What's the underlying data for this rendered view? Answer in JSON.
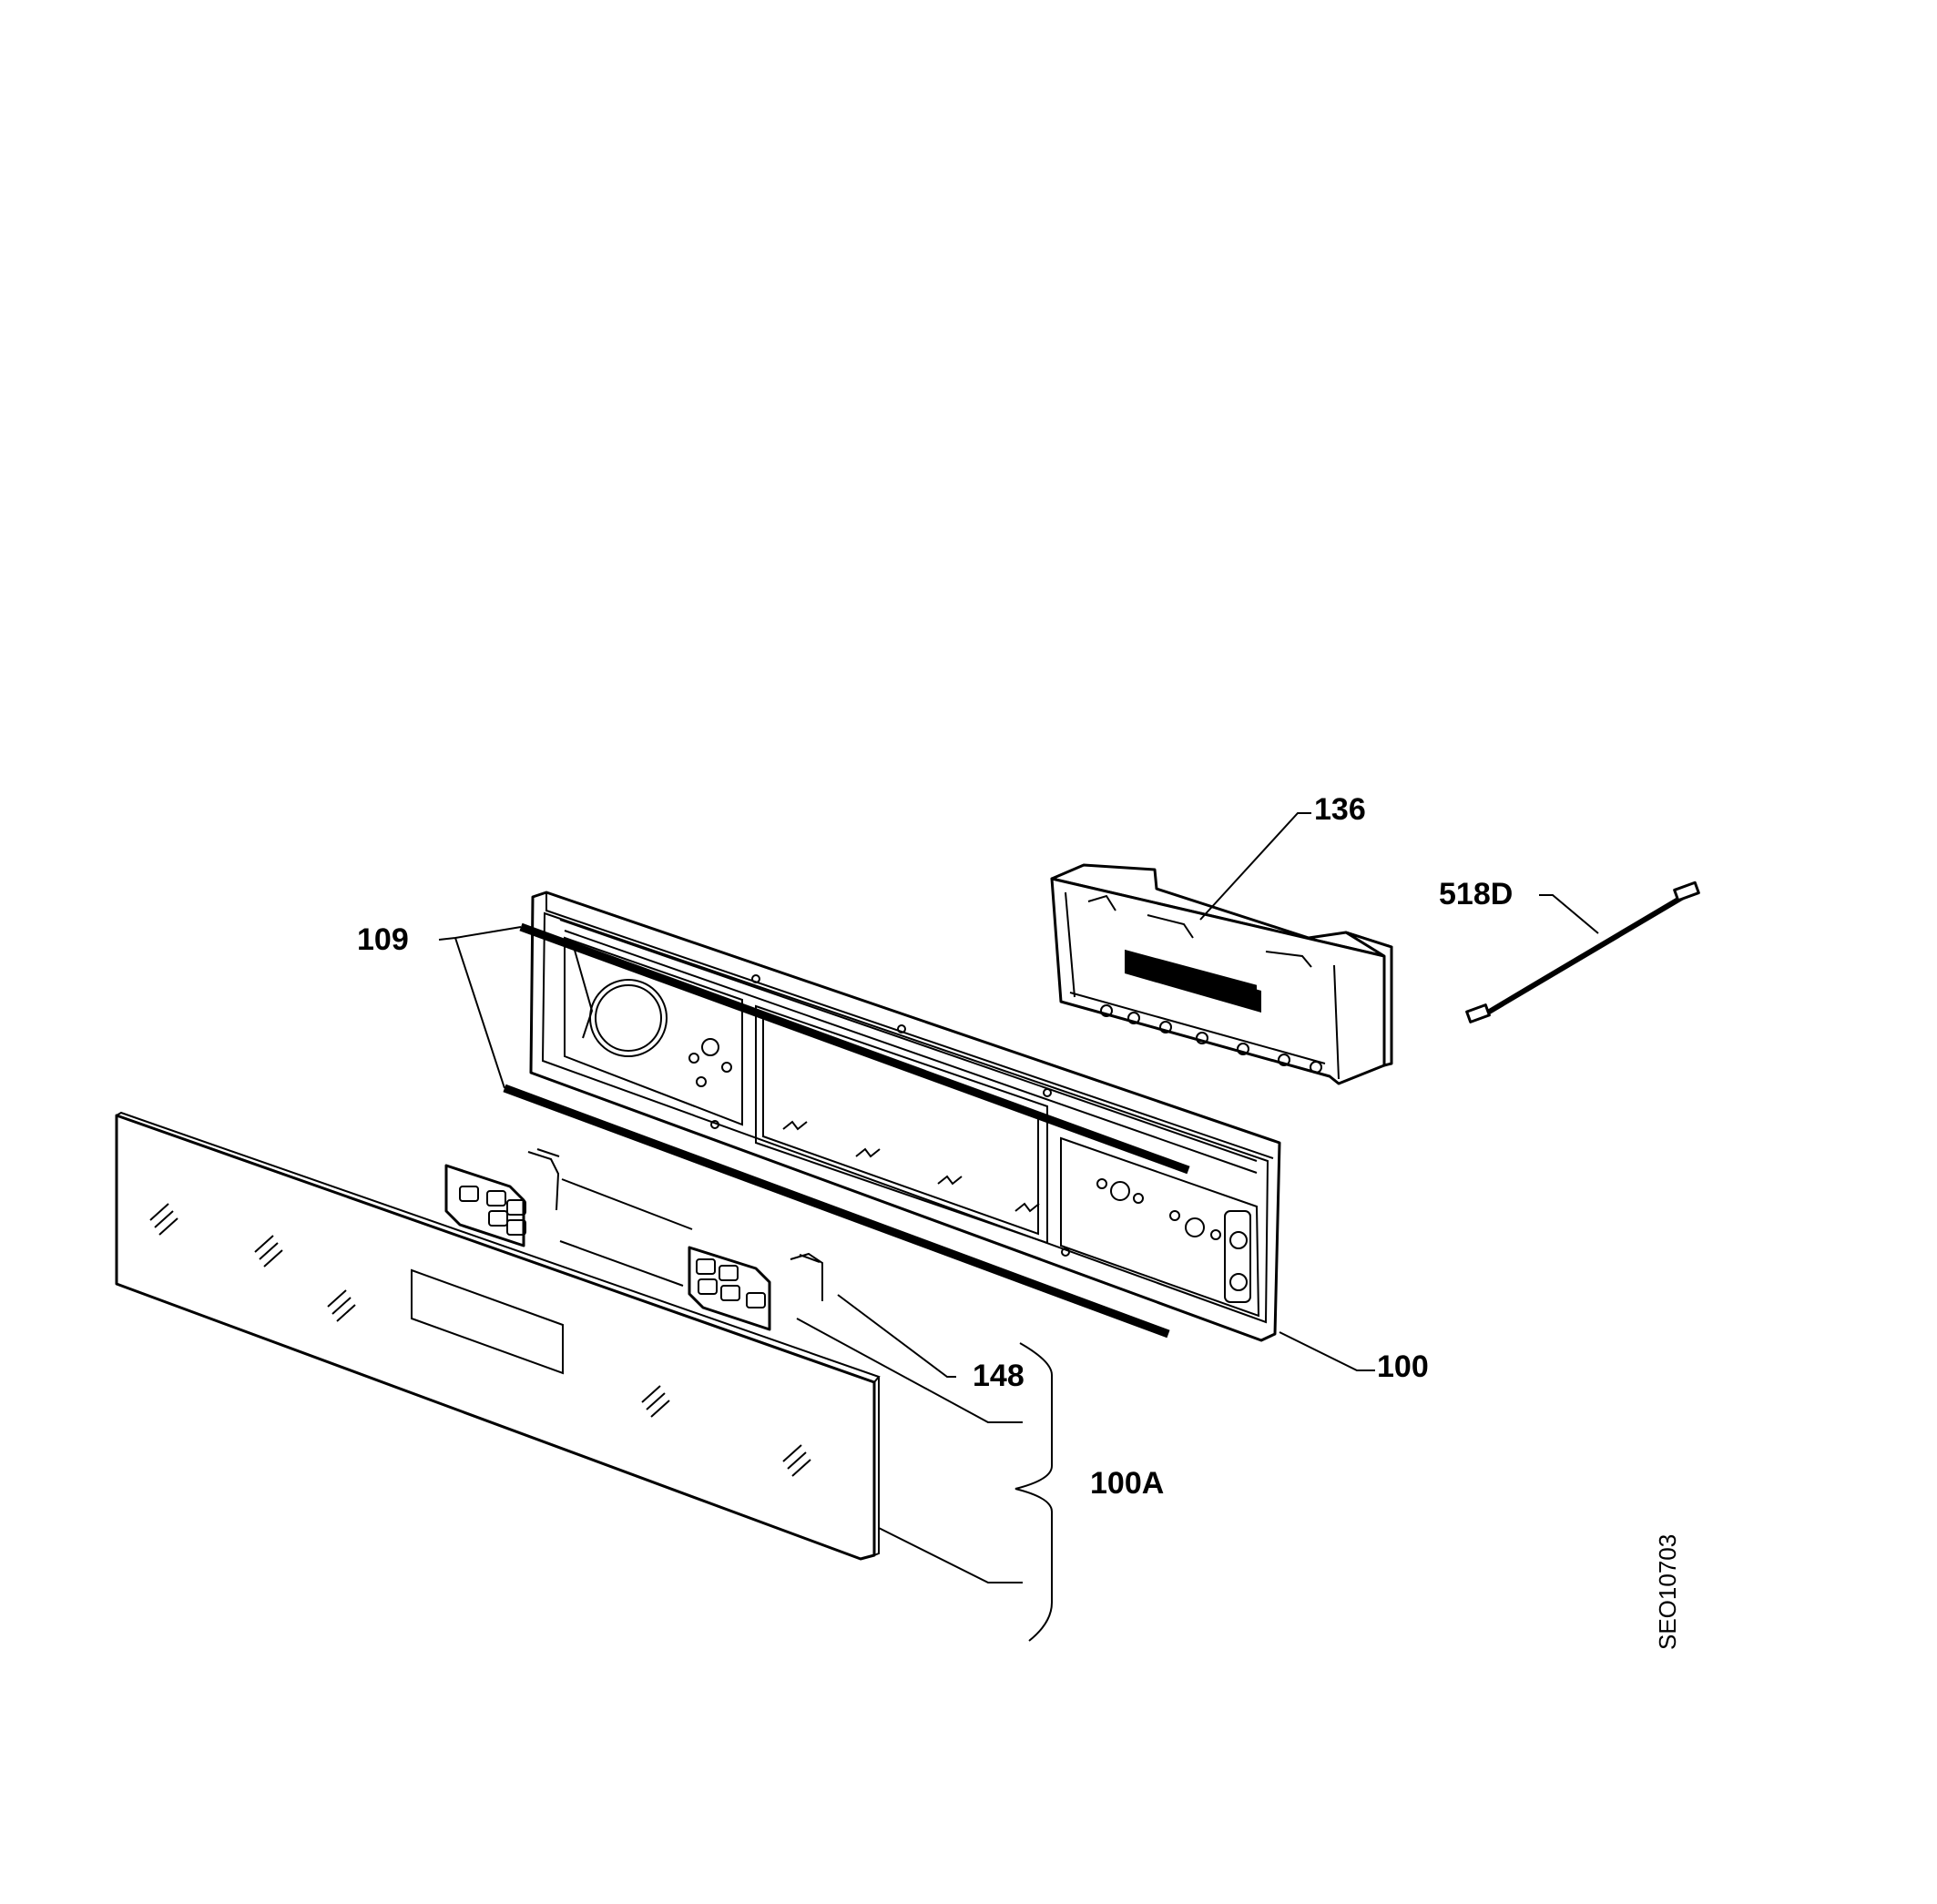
{
  "diagram": {
    "callouts": {
      "c109": "109",
      "c136": "136",
      "c518d": "518D",
      "c148": "148",
      "c100": "100",
      "c100a": "100A"
    },
    "drawing_code": "SEO10703"
  }
}
